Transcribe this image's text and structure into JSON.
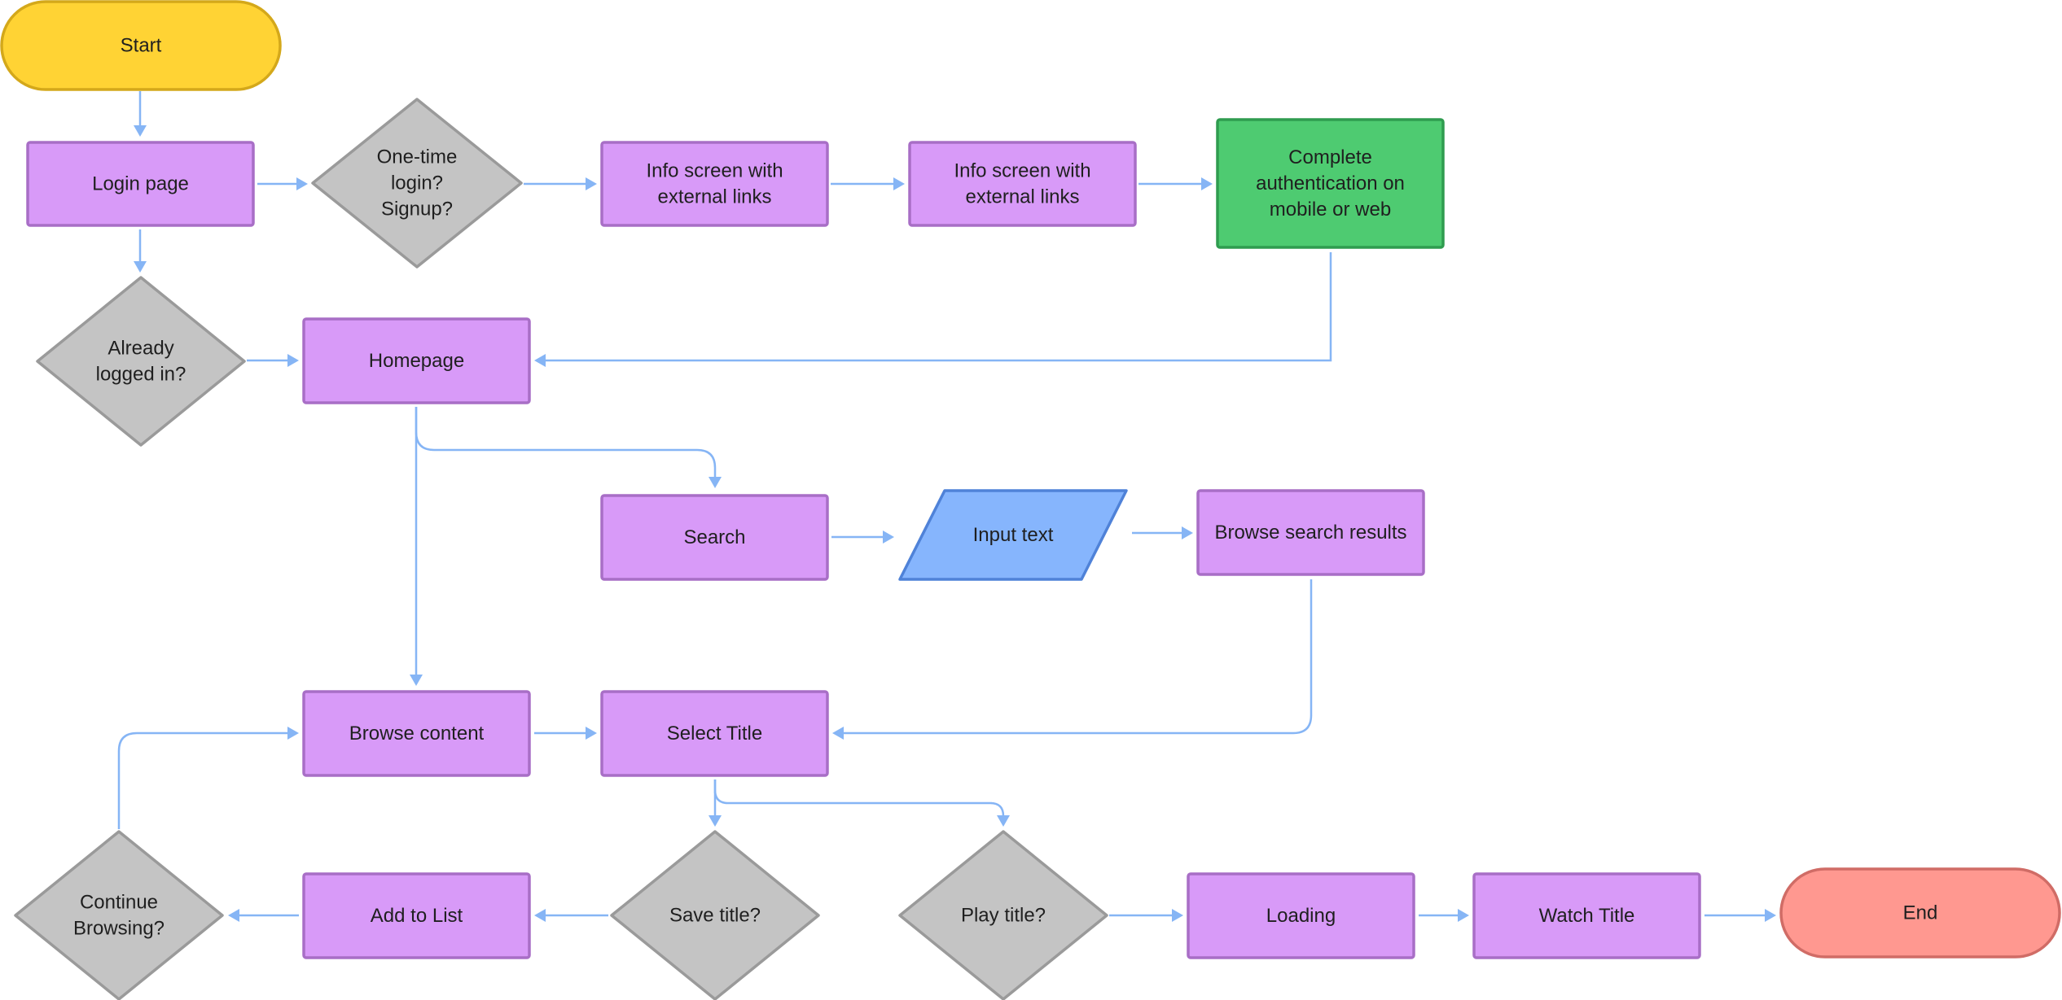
{
  "colors": {
    "terminal_start": "#ffd334",
    "terminal_start_border": "#d4a81a",
    "process": "#d89af8",
    "process_border": "#a86ec6",
    "decision": "#c4c4c4",
    "decision_border": "#9a9a9a",
    "io": "#86b5fd",
    "io_border": "#4f82d8",
    "success": "#4ecb71",
    "success_border": "#2f9c4f",
    "terminal_end": "#ff9890",
    "terminal_end_border": "#d06c66",
    "edge": "#86b5f5"
  },
  "nodes": [
    {
      "id": "start",
      "shape": "terminal",
      "color": "terminal_start",
      "lines": [
        "Start"
      ]
    },
    {
      "id": "login",
      "shape": "process",
      "color": "process",
      "lines": [
        "Login page"
      ]
    },
    {
      "id": "onetime",
      "shape": "decision",
      "color": "decision",
      "lines": [
        "One-time",
        "login?",
        "Signup?"
      ]
    },
    {
      "id": "info1",
      "shape": "process",
      "color": "process",
      "lines": [
        "Info screen with",
        "external links"
      ]
    },
    {
      "id": "info2",
      "shape": "process",
      "color": "process",
      "lines": [
        "Info screen with",
        "external links"
      ]
    },
    {
      "id": "auth",
      "shape": "process",
      "color": "success",
      "lines": [
        "Complete",
        "authentication on",
        "mobile or web"
      ]
    },
    {
      "id": "already",
      "shape": "decision",
      "color": "decision",
      "lines": [
        "Already",
        "logged in?"
      ]
    },
    {
      "id": "home",
      "shape": "process",
      "color": "process",
      "lines": [
        "Homepage"
      ]
    },
    {
      "id": "search",
      "shape": "process",
      "color": "process",
      "lines": [
        "Search"
      ]
    },
    {
      "id": "input",
      "shape": "io",
      "color": "io",
      "lines": [
        "Input text"
      ]
    },
    {
      "id": "results",
      "shape": "process",
      "color": "process",
      "lines": [
        "Browse search results"
      ]
    },
    {
      "id": "browse",
      "shape": "process",
      "color": "process",
      "lines": [
        "Browse content"
      ]
    },
    {
      "id": "select",
      "shape": "process",
      "color": "process",
      "lines": [
        "Select Title"
      ]
    },
    {
      "id": "continue",
      "shape": "decision",
      "color": "decision",
      "lines": [
        "Continue",
        "Browsing?"
      ]
    },
    {
      "id": "addlist",
      "shape": "process",
      "color": "process",
      "lines": [
        "Add to List"
      ]
    },
    {
      "id": "save",
      "shape": "decision",
      "color": "decision",
      "lines": [
        "Save title?"
      ]
    },
    {
      "id": "play",
      "shape": "decision",
      "color": "decision",
      "lines": [
        "Play title?"
      ]
    },
    {
      "id": "loading",
      "shape": "process",
      "color": "process",
      "lines": [
        "Loading"
      ]
    },
    {
      "id": "watch",
      "shape": "process",
      "color": "process",
      "lines": [
        "Watch Title"
      ]
    },
    {
      "id": "end",
      "shape": "terminal",
      "color": "terminal_end",
      "lines": [
        "End"
      ]
    }
  ],
  "edges": [
    {
      "from": "start",
      "to": "login"
    },
    {
      "from": "login",
      "to": "onetime"
    },
    {
      "from": "login",
      "to": "already"
    },
    {
      "from": "onetime",
      "to": "info1"
    },
    {
      "from": "info1",
      "to": "info2"
    },
    {
      "from": "info2",
      "to": "auth"
    },
    {
      "from": "auth",
      "to": "home"
    },
    {
      "from": "already",
      "to": "home"
    },
    {
      "from": "home",
      "to": "search"
    },
    {
      "from": "home",
      "to": "browse"
    },
    {
      "from": "search",
      "to": "input"
    },
    {
      "from": "input",
      "to": "results"
    },
    {
      "from": "results",
      "to": "select"
    },
    {
      "from": "browse",
      "to": "select"
    },
    {
      "from": "select",
      "to": "save"
    },
    {
      "from": "select",
      "to": "play"
    },
    {
      "from": "save",
      "to": "addlist"
    },
    {
      "from": "addlist",
      "to": "continue"
    },
    {
      "from": "continue",
      "to": "browse"
    },
    {
      "from": "play",
      "to": "loading"
    },
    {
      "from": "loading",
      "to": "watch"
    },
    {
      "from": "watch",
      "to": "end"
    }
  ]
}
